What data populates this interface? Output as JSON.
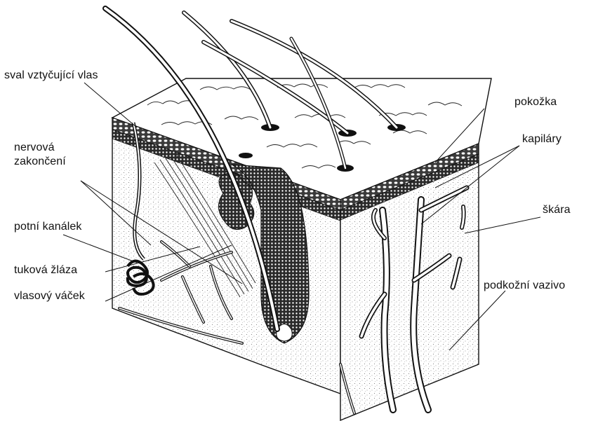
{
  "labels": {
    "sval": "sval vztyčující vlas",
    "nervova_line1": "nervová",
    "nervova_line2": "zakončení",
    "potni": "potní kanálek",
    "tukova": "tuková žláza",
    "vlasovy": "vlasový váček",
    "pokozka": "pokožka",
    "kapilary": "kapiláry",
    "skara": "škára",
    "podkozni": "podkožní vazivo"
  },
  "colors": {
    "ink": "#111111",
    "paper": "#ffffff",
    "dense_tissue": "#333333",
    "speckle": "#777777"
  }
}
